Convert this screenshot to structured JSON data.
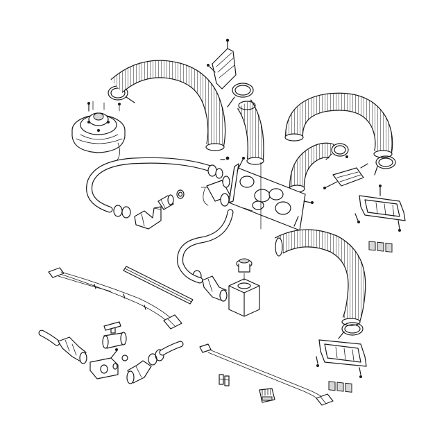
{
  "diagram": {
    "kind": "exploded-parts-drawing",
    "subject_icon": "heater-ducting-kit-icon",
    "line_color": "#1a1a1a",
    "background": "#ffffff",
    "parts": [
      {
        "id": "blower-motor",
        "icon": "blower-fan-icon"
      },
      {
        "id": "duct-hose-1",
        "icon": "corrugated-hose-icon"
      },
      {
        "id": "duct-hose-2",
        "icon": "corrugated-hose-icon"
      },
      {
        "id": "duct-hose-3",
        "icon": "corrugated-hose-icon"
      },
      {
        "id": "duct-hose-4",
        "icon": "corrugated-hose-icon"
      },
      {
        "id": "duct-hose-5",
        "icon": "corrugated-hose-icon"
      },
      {
        "id": "heater-core-bracket",
        "icon": "mounting-bracket-icon"
      },
      {
        "id": "dash-vent-1",
        "icon": "louvered-vent-icon"
      },
      {
        "id": "dash-vent-2",
        "icon": "louvered-vent-icon"
      },
      {
        "id": "coolant-hose-1",
        "icon": "coolant-hose-icon"
      },
      {
        "id": "coolant-hose-2",
        "icon": "coolant-hose-icon"
      },
      {
        "id": "elbow-fitting-1",
        "icon": "elbow-fitting-icon"
      },
      {
        "id": "elbow-fitting-2",
        "icon": "elbow-fitting-icon"
      },
      {
        "id": "elbow-fitting-3",
        "icon": "elbow-fitting-icon"
      },
      {
        "id": "elbow-fitting-4",
        "icon": "elbow-fitting-icon"
      },
      {
        "id": "brass-adapter",
        "icon": "hose-adapter-icon"
      },
      {
        "id": "expansion-tank",
        "icon": "coolant-tank-icon"
      },
      {
        "id": "wiring-harness-1",
        "icon": "wiring-harness-icon"
      },
      {
        "id": "wiring-harness-2",
        "icon": "wiring-harness-icon"
      },
      {
        "id": "trim-strip",
        "icon": "trim-strip-icon"
      },
      {
        "id": "ball-valve",
        "icon": "ball-valve-icon"
      },
      {
        "id": "valve-bracket",
        "icon": "valve-bracket-icon"
      },
      {
        "id": "switch-knob",
        "icon": "rocker-switch-icon"
      },
      {
        "id": "fuse-holder",
        "icon": "fuse-holder-icon"
      }
    ]
  }
}
